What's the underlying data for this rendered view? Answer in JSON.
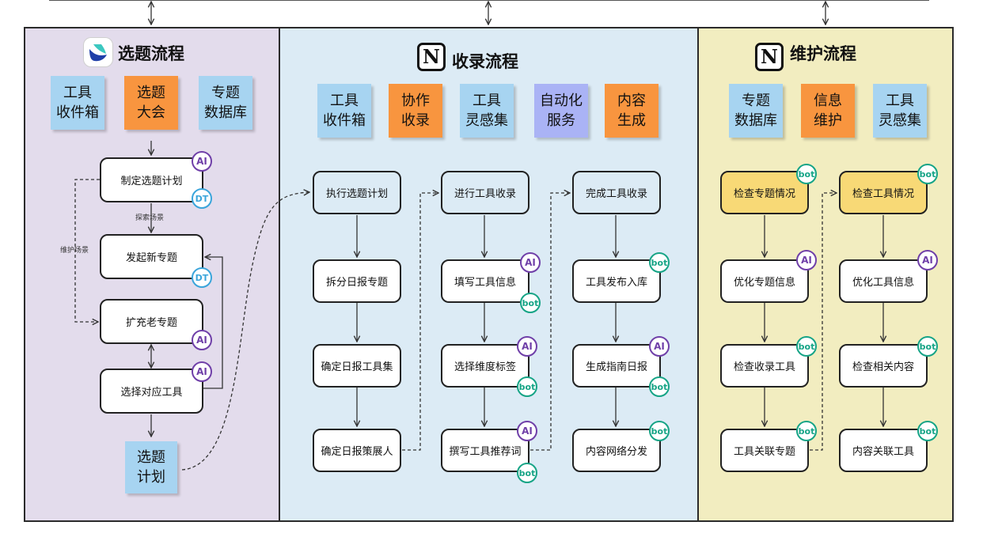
{
  "sections": [
    {
      "title": "选题流程",
      "logo": "feishu-bird-logo",
      "stickies": [
        [
          "工具",
          "收件箱"
        ],
        [
          "选题",
          "大会"
        ],
        [
          "专题",
          "数据库"
        ]
      ],
      "nodes": [
        "制定选题计划",
        "发起新专题",
        "扩充老专题",
        "选择对应工具"
      ],
      "labels": [
        "探索场景",
        "维护场景"
      ],
      "output": [
        "选题",
        "计划"
      ]
    },
    {
      "title": "收录流程",
      "logo": "N",
      "stickies": [
        [
          "工具",
          "收件箱"
        ],
        [
          "协作",
          "收录"
        ],
        [
          "工具",
          "灵感集"
        ],
        [
          "自动化",
          "服务"
        ],
        [
          "内容",
          "生成"
        ]
      ],
      "columns": [
        [
          "执行选题计划",
          "拆分日报专题",
          "确定日报工具集",
          "确定日报策展人"
        ],
        [
          "进行工具收录",
          "填写工具信息",
          "选择维度标签",
          "撰写工具推荐词"
        ],
        [
          "完成工具收录",
          "工具发布入库",
          "生成指南日报",
          "内容网络分发"
        ]
      ]
    },
    {
      "title": "维护流程",
      "logo": "N",
      "stickies": [
        [
          "专题",
          "数据库"
        ],
        [
          "信息",
          "维护"
        ],
        [
          "工具",
          "灵感集"
        ]
      ],
      "columns": [
        [
          "检查专题情况",
          "优化专题信息",
          "检查收录工具",
          "工具关联专题"
        ],
        [
          "检查工具情况",
          "优化工具信息",
          "检查相关内容",
          "内容关联工具"
        ]
      ]
    }
  ],
  "badges": {
    "ai": "AI",
    "dt": "DT",
    "bot": "bot"
  },
  "colors": {
    "sticky_blue": "#a7d4f1",
    "sticky_orange": "#f8953f",
    "sticky_purple": "#aab3f5",
    "panel1": "#e3dcec",
    "panel2": "#dcebf5",
    "panel3": "#f2edc0",
    "ai": "#6f3fa8",
    "dt": "#3aa5db",
    "bot": "#16a486",
    "node_yellow": "#f8d976"
  }
}
